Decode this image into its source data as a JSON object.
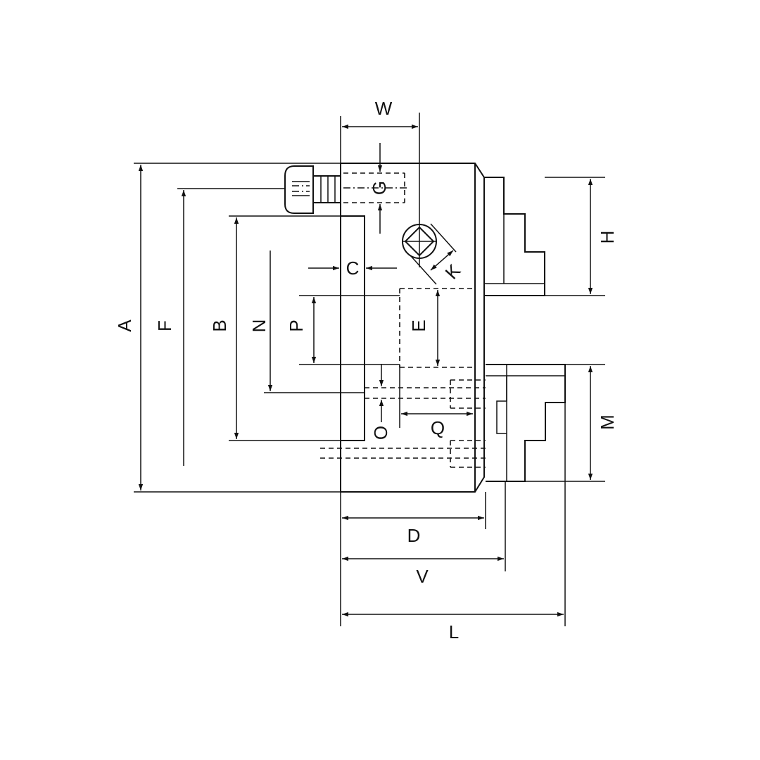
{
  "labels": {
    "W": "W",
    "G": "G",
    "C": "C",
    "K": "K",
    "A": "A",
    "F": "F",
    "B": "B",
    "N": "N",
    "P": "P",
    "E": "E",
    "O": "O",
    "Q": "Q",
    "H": "H",
    "M": "M",
    "D": "D",
    "V": "V",
    "L": "L"
  }
}
